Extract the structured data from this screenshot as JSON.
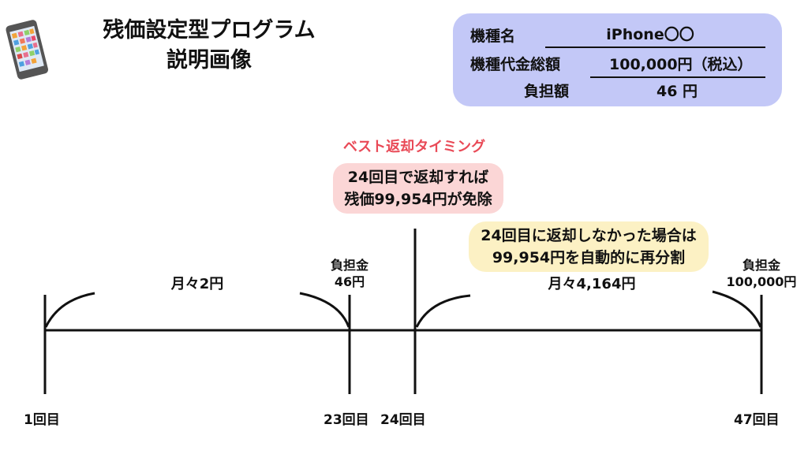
{
  "header": {
    "title_line1": "残価設定型プログラム",
    "title_line2": "説明画像",
    "phone_icon": "smartphone-icon"
  },
  "info_box": {
    "model_label": "機種名",
    "model_value": "iPhone〇〇",
    "price_label": "機種代金総額",
    "price_value": "100,000円（税込）",
    "burden_label": "負担額",
    "burden_value": "46 円"
  },
  "best_timing": {
    "heading": "ベスト返却タイミング",
    "line1": "24回目で返却すれば",
    "line2": "残価99,954円が免除"
  },
  "not_returned": {
    "line1": "24回目に返却しなかった場合は",
    "line2": "99,954円を自動的に再分割"
  },
  "timeline": {
    "monthly_first": "月々2円",
    "monthly_second": "月々4,164円",
    "burden_23_label": "負担金",
    "burden_23_value": "46円",
    "burden_47_label": "負担金",
    "burden_47_value": "100,000円",
    "ticks": [
      "1回目",
      "23回目",
      "24回目",
      "47回目"
    ]
  }
}
